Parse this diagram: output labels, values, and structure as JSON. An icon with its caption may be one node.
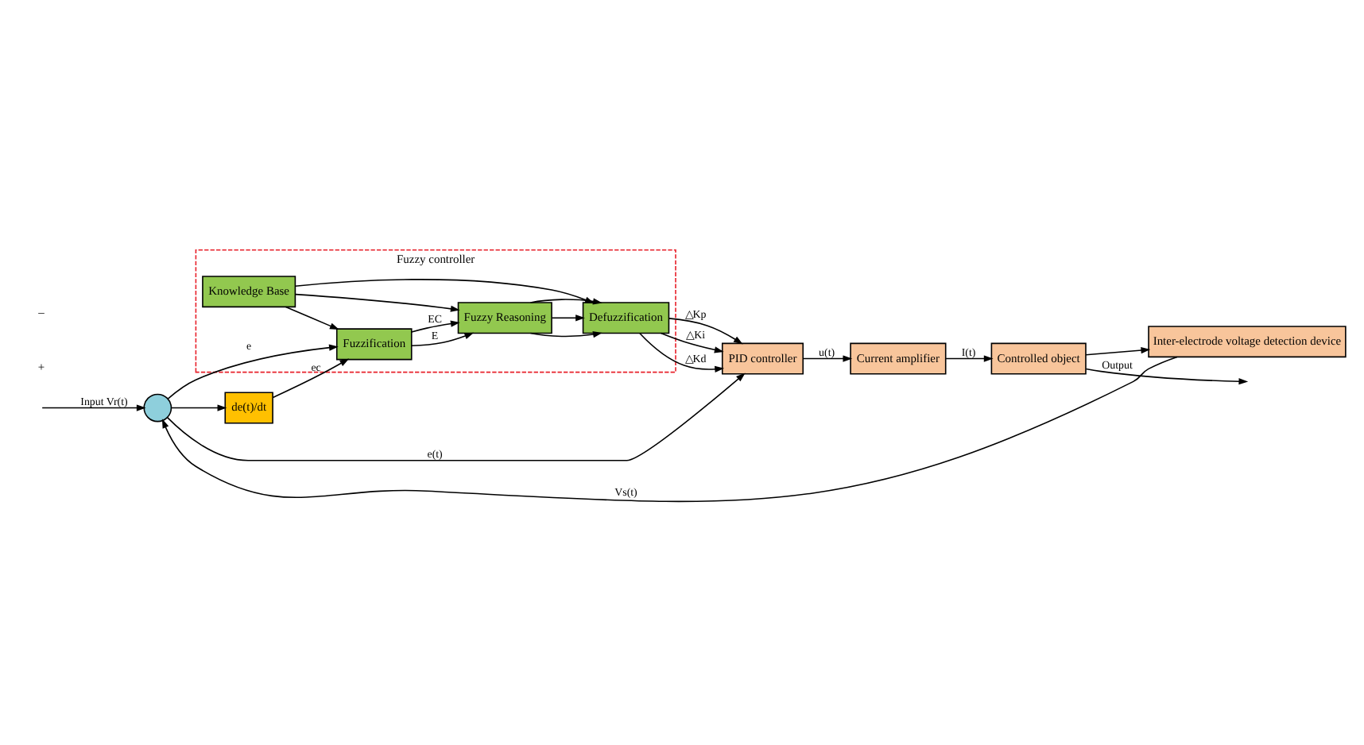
{
  "diagram": {
    "nodes": [
      {
        "text": [
          "Fuzzy controller"
        ]
      },
      {
        "text": [
          "Knowledge Base"
        ],
        "in": 0
      },
      {
        "text": [
          "Fuzzification"
        ],
        "in": 0
      },
      {
        "text": [
          "Fuzzy Reasoning"
        ],
        "in": 0
      },
      {
        "text": [
          "Defuzzification"
        ],
        "in": 0
      },
      {
        "text": [
          "de(t)/dt"
        ]
      },
      {
        "text": [],
        "shape": "circle"
      },
      {
        "text": [
          "PID controller"
        ]
      },
      {
        "text": [
          "Current amplifier"
        ]
      },
      {
        "text": [
          "Controlled object"
        ]
      },
      {
        "text": [
          "Inter-electrode voltage detection device"
        ]
      }
    ],
    "edges": [
      {
        "from": null,
        "to": 6,
        "arrow": "to",
        "label": "Input Vr(t)"
      },
      {
        "from": 6,
        "to": 2,
        "arrow": "to",
        "label": "e"
      },
      {
        "from": 6,
        "to": 5,
        "arrow": "to"
      },
      {
        "from": 5,
        "to": 2,
        "arrow": "to",
        "label": "ec"
      },
      {
        "from": 1,
        "to": 2,
        "arrow": "to"
      },
      {
        "from": 1,
        "to": 3,
        "arrow": "to"
      },
      {
        "from": 1,
        "to": 4,
        "arrow": "to"
      },
      {
        "from": 2,
        "to": 3,
        "arrow": "to",
        "label": "E"
      },
      {
        "from": 2,
        "to": 3,
        "arrow": "to",
        "label": "EC"
      },
      {
        "from": 3,
        "to": 4,
        "arrow": "to"
      },
      {
        "from": 3,
        "to": 4,
        "arrow": "to"
      },
      {
        "from": 3,
        "to": 4,
        "arrow": "to"
      },
      {
        "from": 4,
        "to": 7,
        "arrow": "to",
        "label": "△Kp"
      },
      {
        "from": 4,
        "to": 7,
        "arrow": "to",
        "label": "△Ki"
      },
      {
        "from": 4,
        "to": 7,
        "arrow": "to",
        "label": "△Kd"
      },
      {
        "from": 6,
        "to": 7,
        "arrow": "to",
        "label": "e(t)"
      },
      {
        "from": 7,
        "to": 8,
        "arrow": "to",
        "label": "u(t)"
      },
      {
        "from": 8,
        "to": 9,
        "arrow": "to",
        "label": "I(t)"
      },
      {
        "from": 9,
        "to": null,
        "arrow": "to",
        "label": "Output"
      },
      {
        "from": 9,
        "to": 10,
        "arrow": "to"
      },
      {
        "from": 10,
        "to": 6,
        "arrow": "to",
        "label": "Vs(t)"
      }
    ],
    "labels": [
      "+",
      "–"
    ]
  }
}
